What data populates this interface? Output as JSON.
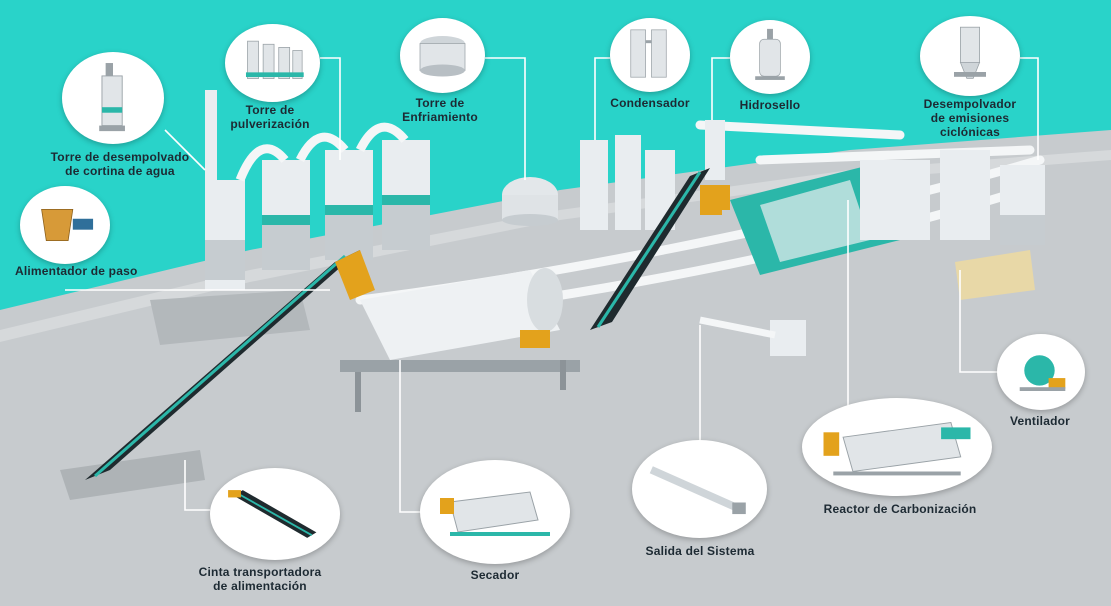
{
  "colors": {
    "background": "#29d3c9",
    "floor": "#c9cdd0",
    "equipment": "#e9edf0",
    "accent": "#2bb7a9",
    "conveyor": "#1f2a2e",
    "motor": "#e3a21c",
    "label": "#1d2a33"
  },
  "labels": {
    "torre_desempolvado": "Torre de desempolvado\nde cortina de agua",
    "torre_pulverizacion": "Torre de\npulverización",
    "torre_enfriamiento": "Torre de\nEnfriamiento",
    "condensador": "Condensador",
    "hidrosello": "Hidrosello",
    "desempolvador": "Desempolvador\nde emisiones\nciclónicas",
    "alimentador": "Alimentador de paso",
    "ventilador": "Ventilador",
    "reactor": "Reactor de Carbonización",
    "salida": "Salida del Sistema",
    "secador": "Secador",
    "cinta": "Cinta transportadora\nde alimentación"
  },
  "icons": {
    "torre_desempolvado": "dust-tower-icon",
    "torre_pulverizacion": "spray-towers-icon",
    "torre_enfriamiento": "cooling-tower-icon",
    "condensador": "condenser-icon",
    "hidrosello": "water-seal-icon",
    "desempolvador": "cyclone-dust-collector-icon",
    "alimentador": "step-feeder-icon",
    "ventilador": "fan-icon",
    "reactor": "carbonization-reactor-icon",
    "salida": "discharge-screw-icon",
    "secador": "dryer-icon",
    "cinta": "feed-conveyor-icon"
  }
}
